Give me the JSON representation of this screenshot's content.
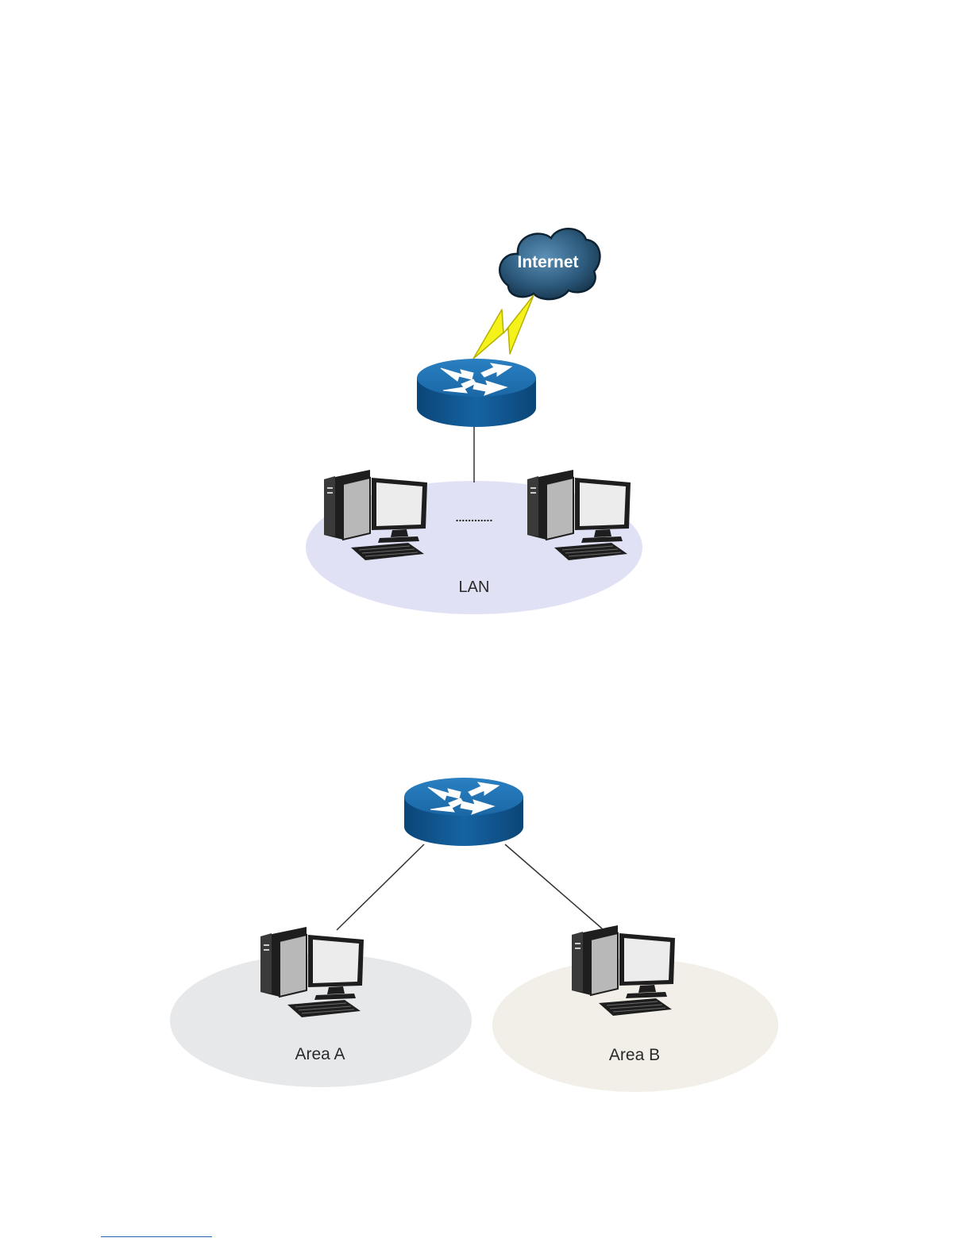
{
  "diagram1": {
    "cloud_label": "Internet",
    "lan_label": "LAN",
    "ellipsis": "............"
  },
  "diagram2": {
    "area_a_label": "Area A",
    "area_b_label": "Area B"
  },
  "colors": {
    "router_top": "#1d6fb0",
    "router_side": "#0d4d85",
    "cloud": "#2f5d80",
    "lightning": "#f4f21a",
    "lan_zone": "#e1e1f6",
    "area_a_zone": "#e7e8ea",
    "area_b_zone": "#f1efe8"
  },
  "icons": [
    "internet-cloud-icon",
    "router-icon",
    "desktop-computer-icon",
    "lightning-icon"
  ]
}
